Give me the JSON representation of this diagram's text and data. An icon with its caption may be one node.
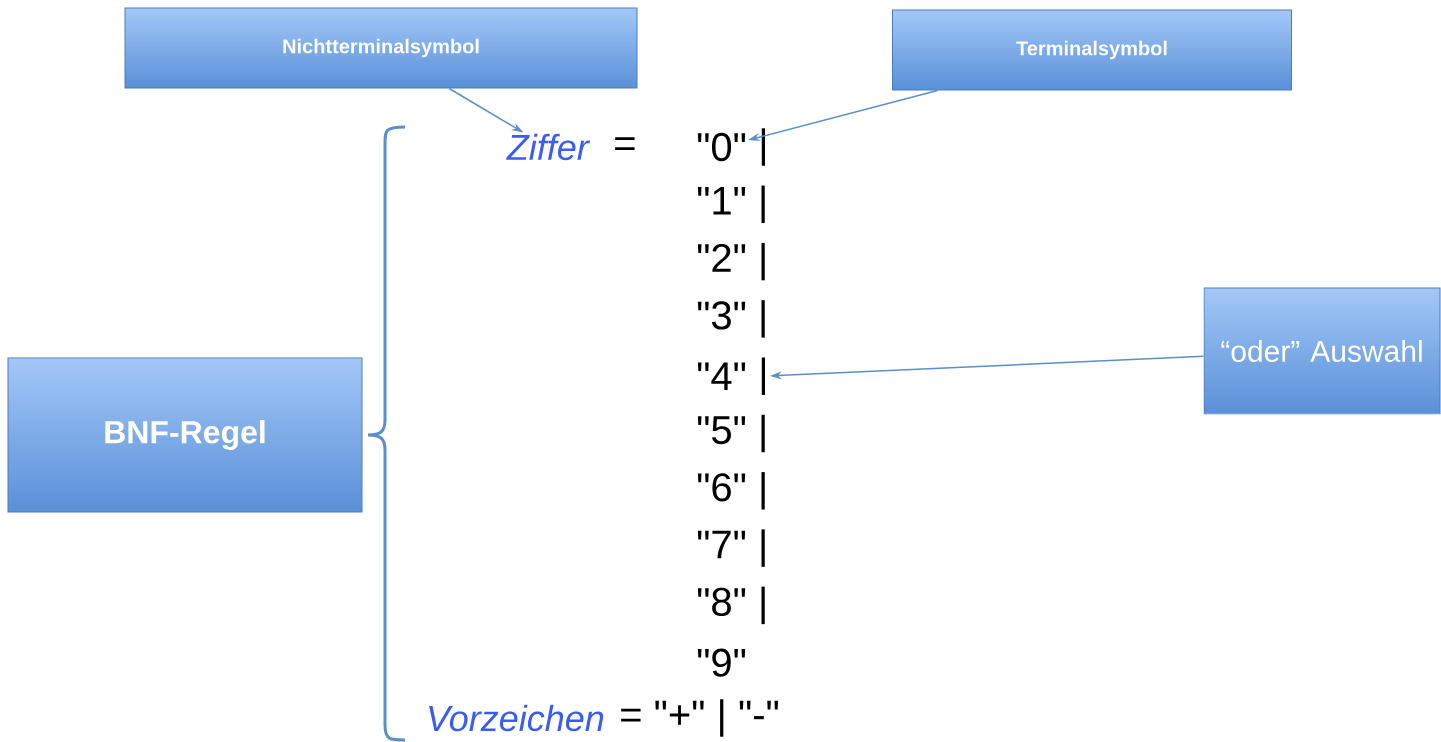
{
  "diagram": {
    "nodes": [
      {
        "text": [
          "Nichtterminalsymbol"
        ]
      },
      {
        "text": [
          "Terminalsymbol"
        ]
      },
      {
        "text": [
          "“oder” Auswahl"
        ]
      },
      {
        "text": [
          "BNF-Regel"
        ]
      },
      {
        "text": [
          "Ziffer"
        ]
      },
      {
        "text": [
          "\"0\""
        ]
      },
      {
        "text": [
          "|"
        ]
      }
    ],
    "edges": [
      {
        "from": 0,
        "to": 4,
        "arrow": "to"
      },
      {
        "from": 1,
        "to": 5,
        "arrow": "to"
      },
      {
        "from": 2,
        "to": 6,
        "arrow": "to"
      }
    ],
    "labels": [
      "=",
      "|",
      "\"1\" |",
      "\"2\" |",
      "\"3\" |",
      "\"4\"",
      "\"5\" |",
      "\"6\" |",
      "\"7\" |",
      "\"8\" |",
      "\"9\"",
      "Vorzeichen",
      "= \"+\" | \"-\""
    ]
  }
}
